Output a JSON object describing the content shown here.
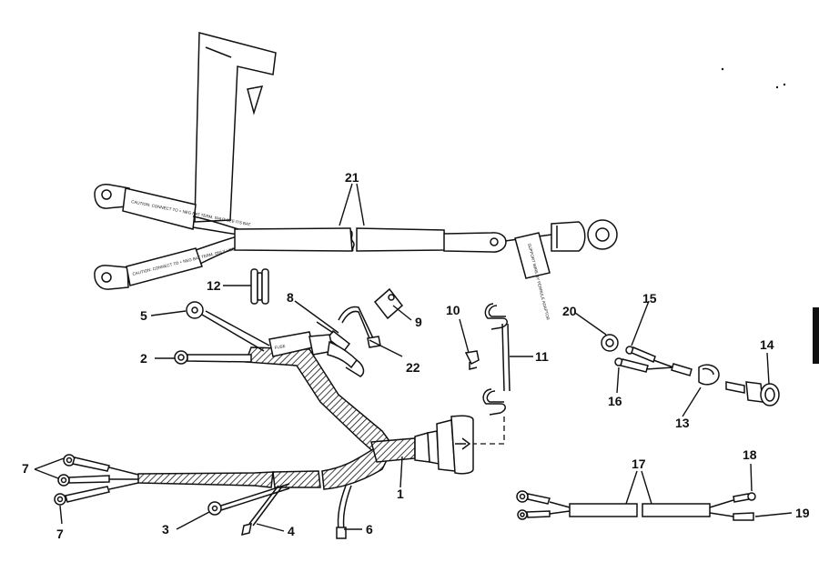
{
  "callouts": {
    "c1": "1",
    "c2": "2",
    "c3": "3",
    "c4": "4",
    "c5": "5",
    "c6": "6",
    "c7a": "7",
    "c7b": "7",
    "c8": "8",
    "c9": "9",
    "c10": "10",
    "c11": "11",
    "c12": "12",
    "c13": "13",
    "c14": "14",
    "c15": "15",
    "c16": "16",
    "c17": "17",
    "c18": "18",
    "c19": "19",
    "c20": "20",
    "c21": "21",
    "c22": "22"
  },
  "tag_text": {
    "upper_tag": "CAUTION: CONNECT TO + NEG BAT TERM. SHUT SEE ITS BAT.",
    "lower_tag": "CAUTION: CONNECT TO + NEG BAT TERM. ONLY USE ITS BAT.",
    "right_tag": "SUPPORT WIRE BY FERRULE ADAPTOR",
    "fuse_text": "FUSE"
  }
}
